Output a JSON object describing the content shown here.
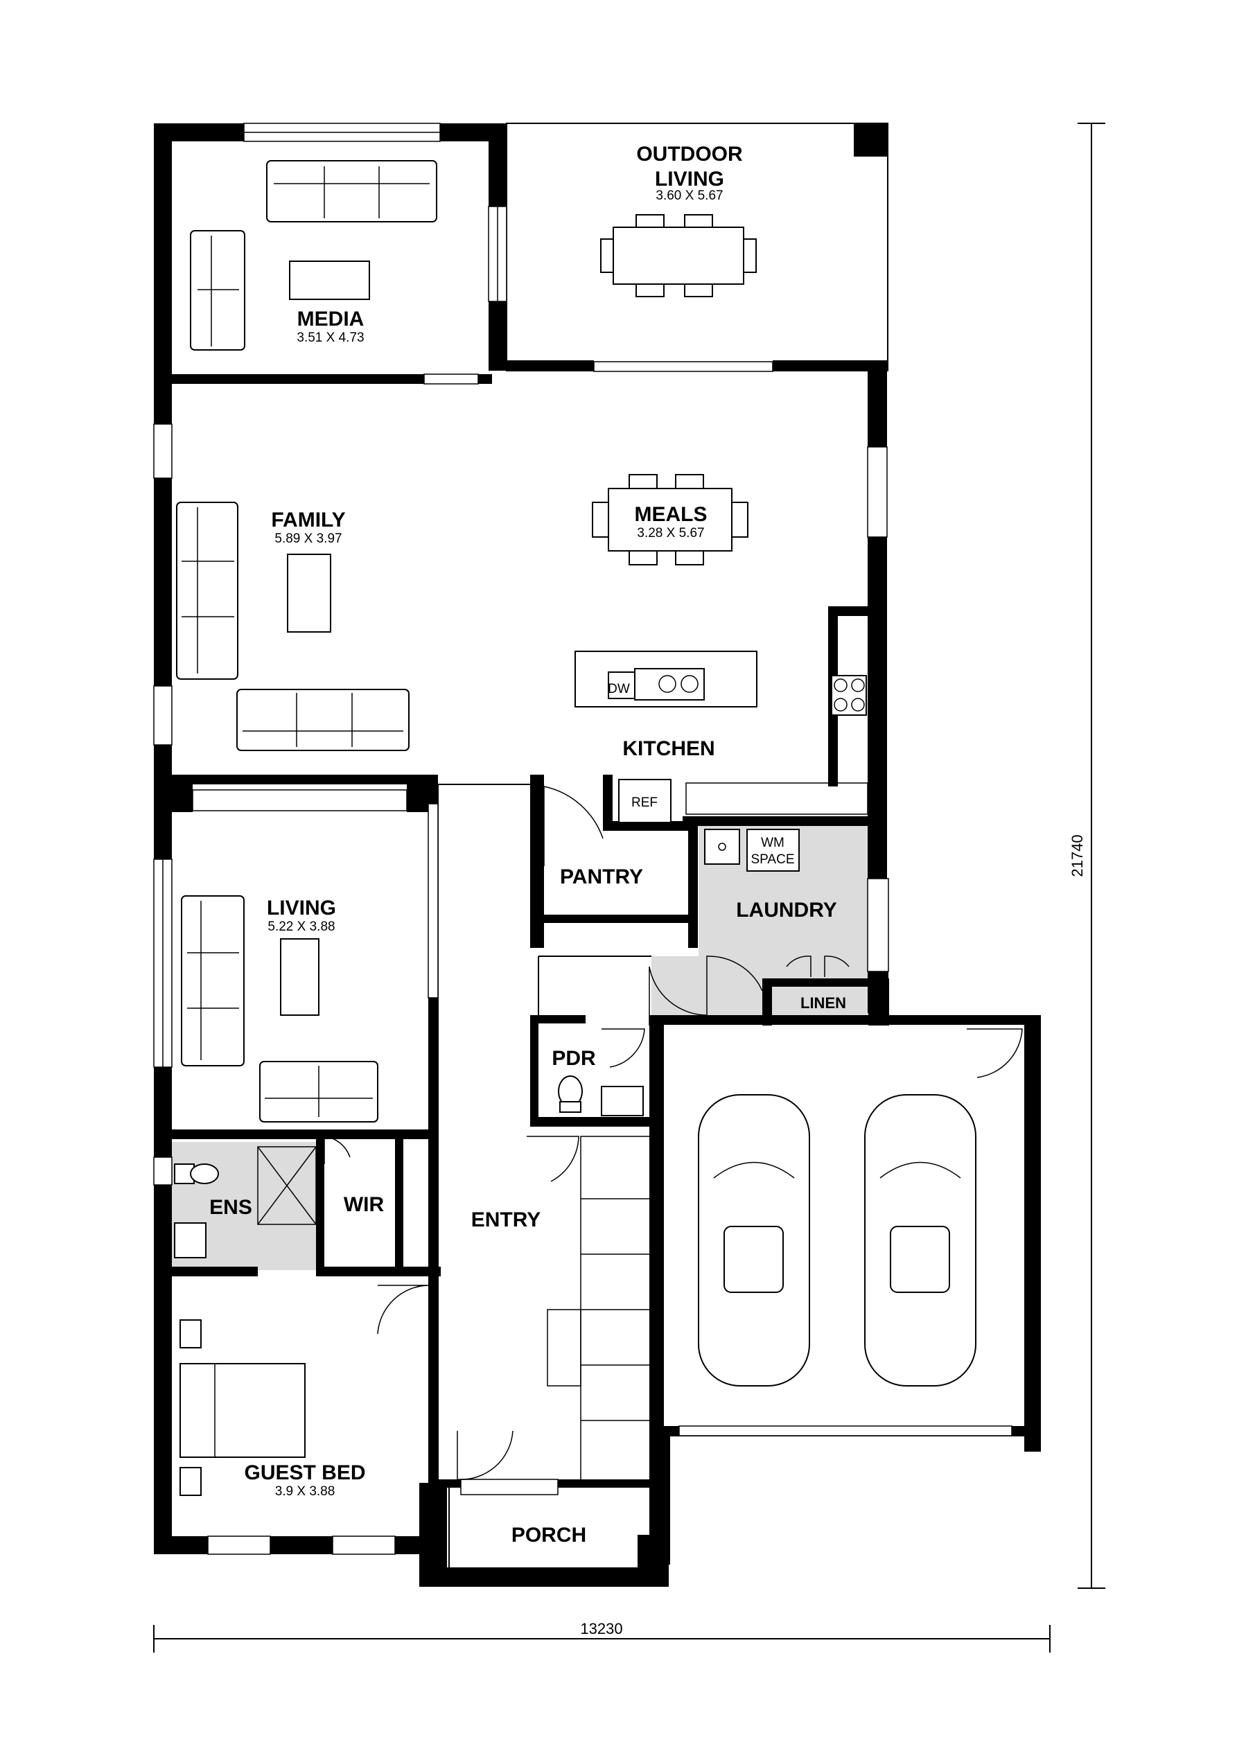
{
  "rooms": {
    "outdoor_living": {
      "name_line1": "OUTDOOR",
      "name_line2": "LIVING",
      "dims": "3.60 X 5.67"
    },
    "media": {
      "name": "MEDIA",
      "dims": "3.51 X 4.73"
    },
    "family": {
      "name": "FAMILY",
      "dims": "5.89 X 3.97"
    },
    "meals": {
      "name": "MEALS",
      "dims": "3.28 X 5.67"
    },
    "kitchen": {
      "name": "KITCHEN"
    },
    "living": {
      "name": "LIVING",
      "dims": "5.22 X 3.88"
    },
    "pantry": {
      "name": "PANTRY"
    },
    "laundry": {
      "name": "LAUNDRY"
    },
    "linen": {
      "name": "LINEN"
    },
    "pdr": {
      "name": "PDR"
    },
    "ens": {
      "name": "ENS"
    },
    "wir": {
      "name": "WIR"
    },
    "entry": {
      "name": "ENTRY"
    },
    "guest_bed": {
      "name": "GUEST BED",
      "dims": "3.9 X 3.88"
    },
    "porch": {
      "name": "PORCH"
    }
  },
  "fixtures": {
    "dishwasher": "DW",
    "refrigerator": "REF",
    "washing_machine_line1": "WM",
    "washing_machine_line2": "SPACE"
  },
  "overall_dims": {
    "width": "13230",
    "depth": "21740"
  }
}
